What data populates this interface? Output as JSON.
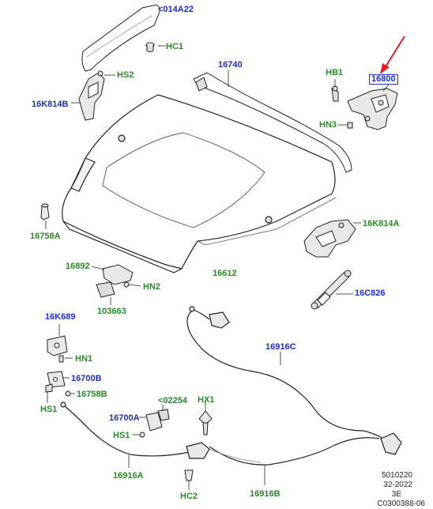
{
  "diagram": {
    "labels": [
      {
        "key": "014a22",
        "text": "<014A22",
        "color": "blue"
      },
      {
        "key": "hc1",
        "text": "HC1",
        "color": "green"
      },
      {
        "key": "hs2",
        "text": "HS2",
        "color": "green"
      },
      {
        "key": "16k814b",
        "text": "16K814B",
        "color": "blue"
      },
      {
        "key": "16740",
        "text": "16740",
        "color": "blue"
      },
      {
        "key": "hb1",
        "text": "HB1",
        "color": "green"
      },
      {
        "key": "16800",
        "text": "16800",
        "color": "blue",
        "highlighted": true
      },
      {
        "key": "hn3",
        "text": "HN3",
        "color": "green"
      },
      {
        "key": "16758a",
        "text": "16758A",
        "color": "green"
      },
      {
        "key": "16k814a",
        "text": "16K814A",
        "color": "green"
      },
      {
        "key": "16892",
        "text": "16892",
        "color": "green"
      },
      {
        "key": "16612",
        "text": "16612",
        "color": "green"
      },
      {
        "key": "hn2",
        "text": "HN2",
        "color": "green"
      },
      {
        "key": "103663",
        "text": "103663",
        "color": "green"
      },
      {
        "key": "16c826",
        "text": "16C826",
        "color": "blue"
      },
      {
        "key": "16k689",
        "text": "16K689",
        "color": "blue"
      },
      {
        "key": "16916c",
        "text": "16916C",
        "color": "blue"
      },
      {
        "key": "hn1",
        "text": "HN1",
        "color": "green"
      },
      {
        "key": "16700b",
        "text": "16700B",
        "color": "blue"
      },
      {
        "key": "16758b",
        "text": "16758B",
        "color": "green"
      },
      {
        "key": "hs1a",
        "text": "HS1",
        "color": "green"
      },
      {
        "key": "16700a",
        "text": "16700A",
        "color": "blue"
      },
      {
        "key": "02254",
        "text": "<02254",
        "color": "green"
      },
      {
        "key": "hx1",
        "text": "HX1",
        "color": "green"
      },
      {
        "key": "hs1b",
        "text": "HS1",
        "color": "green"
      },
      {
        "key": "16916a",
        "text": "16916A",
        "color": "green"
      },
      {
        "key": "hc2",
        "text": "HC2",
        "color": "green"
      },
      {
        "key": "16916b",
        "text": "16916B",
        "color": "green"
      }
    ],
    "reference": {
      "line1": "5010220",
      "line2": "32-2022",
      "line3": "3E",
      "line4": "C0300388-06"
    },
    "colors": {
      "green_label": "#2a8a2a",
      "blue_label": "#1b2fc9",
      "pointer_arrow": "#e02020",
      "linework": "#222222"
    }
  }
}
